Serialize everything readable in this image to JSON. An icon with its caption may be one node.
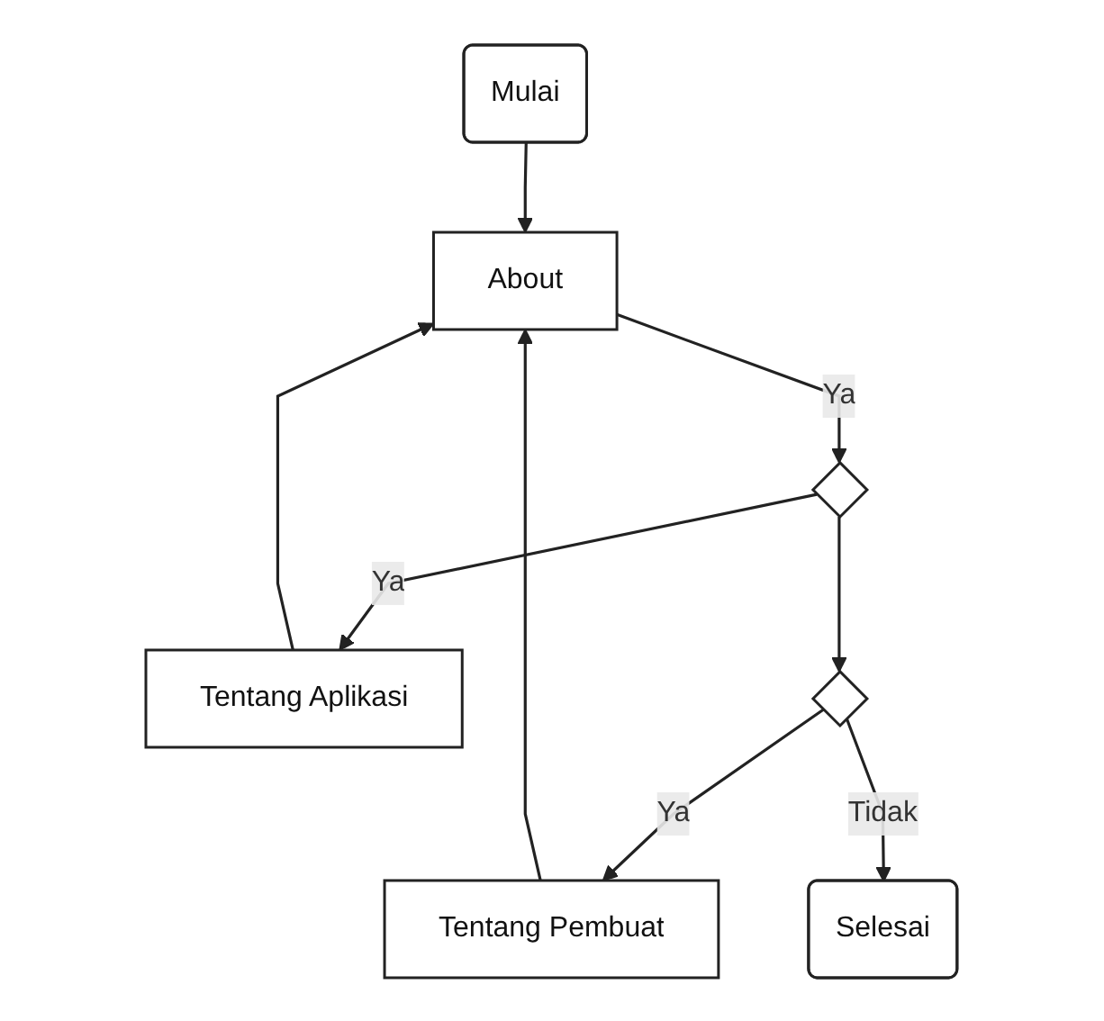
{
  "diagram": {
    "nodes": [
      {
        "text": [
          "Mulai"
        ]
      },
      {
        "text": [
          "About"
        ]
      },
      {
        "text": [],
        "shape": "diamond"
      },
      {
        "text": [
          "Tentang Aplikasi"
        ]
      },
      {
        "text": [],
        "shape": "diamond"
      },
      {
        "text": [
          "Tentang Pembuat"
        ]
      },
      {
        "text": [
          "Selesai"
        ]
      }
    ],
    "edges": [
      {
        "from": 0,
        "to": 1,
        "arrow": "to"
      },
      {
        "from": 1,
        "to": 2,
        "label": "Ya",
        "arrow": "to"
      },
      {
        "from": 2,
        "to": 3,
        "label": "Ya",
        "arrow": "to"
      },
      {
        "from": 2,
        "to": 4,
        "arrow": "to"
      },
      {
        "from": 4,
        "to": 5,
        "label": "Ya",
        "arrow": "to"
      },
      {
        "from": 4,
        "to": 6,
        "label": "Tidak",
        "arrow": "to"
      },
      {
        "from": 3,
        "to": 1,
        "arrow": "to"
      },
      {
        "from": 5,
        "to": 1,
        "arrow": "to"
      }
    ]
  }
}
